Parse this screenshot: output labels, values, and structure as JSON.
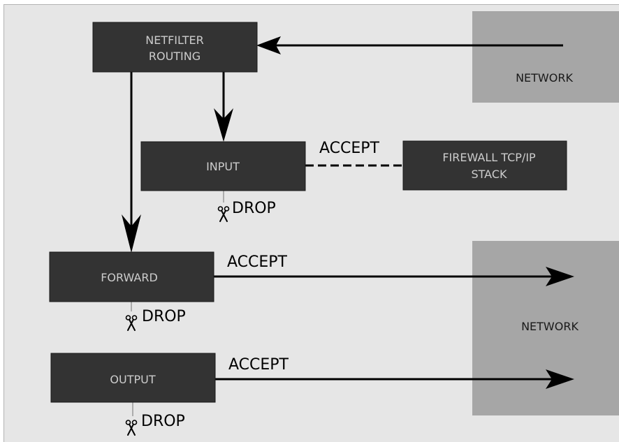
{
  "nodes": {
    "netfilter_routing": {
      "line1": "NETFILTER",
      "line2": "ROUTING"
    },
    "input": {
      "label": "INPUT"
    },
    "forward": {
      "label": "FORWARD"
    },
    "output": {
      "label": "OUTPUT"
    },
    "firewall_stack": {
      "line1": "FIREWALL TCP/IP",
      "line2": "STACK"
    },
    "network_top": {
      "label": "NETWORK"
    },
    "network_bottom": {
      "label": "NETWORK"
    }
  },
  "edges": {
    "input_accept": "ACCEPT",
    "forward_accept": "ACCEPT",
    "output_accept": "ACCEPT",
    "input_drop": "DROP",
    "forward_drop": "DROP",
    "output_drop": "DROP"
  },
  "colors": {
    "box_fill": "#333333",
    "network_fill": "#a6a6a6",
    "background": "#e6e6e6"
  },
  "icons": {
    "drop": "scissors-icon"
  }
}
